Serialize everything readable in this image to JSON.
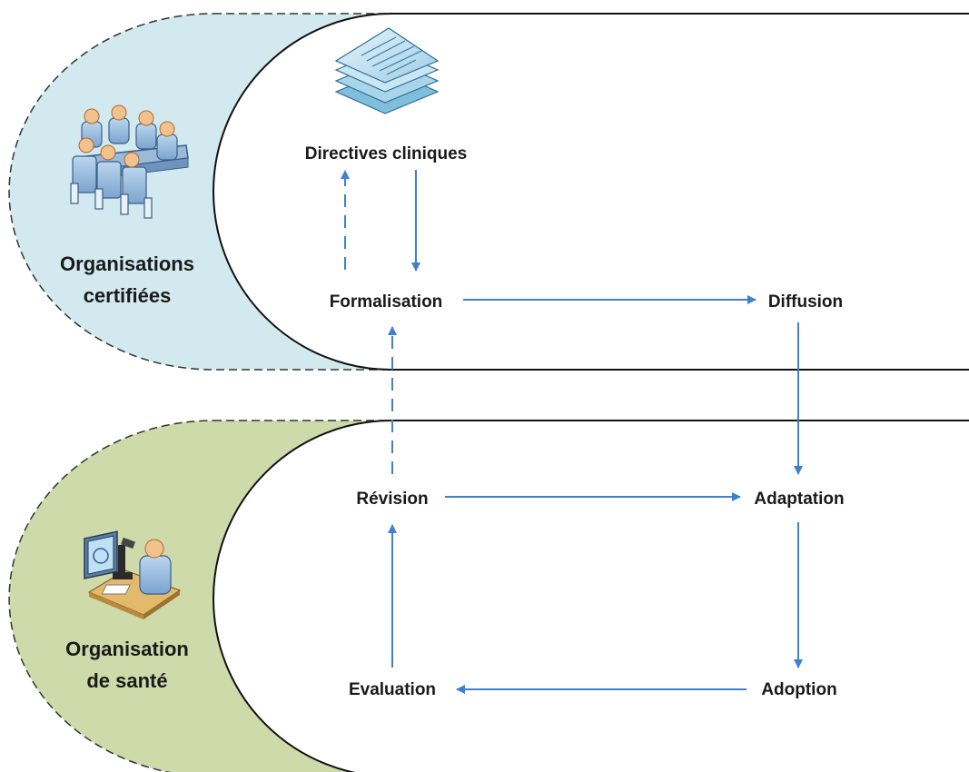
{
  "organizations": {
    "top": {
      "line1": "Organisations",
      "line2": "certifiées",
      "color": "#d3e9f0",
      "icon": "meeting-group-icon"
    },
    "bottom": {
      "line1": "Organisation",
      "line2": "de santé",
      "color": "#cfdaaa",
      "icon": "lab-worker-icon"
    }
  },
  "nodes": {
    "directives": "Directives cliniques",
    "formalisation": "Formalisation",
    "diffusion": "Diffusion",
    "revision": "Révision",
    "adaptation": "Adaptation",
    "evaluation": "Evaluation",
    "adoption": "Adoption"
  },
  "document_icon": "document-stack-icon",
  "arrow_color": "#3f7fd0"
}
